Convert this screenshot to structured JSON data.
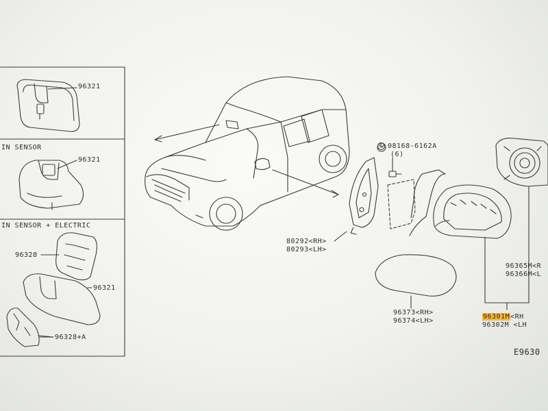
{
  "panels": {
    "top": {
      "part": "96321"
    },
    "middle": {
      "header": "IN SENSOR",
      "part": "96321"
    },
    "bottom": {
      "header": "IN SENSOR + ELECTRIC",
      "parts": [
        "96328",
        "96321",
        "96328+A"
      ]
    }
  },
  "callouts": {
    "screw": {
      "code": "08168-6162A",
      "qty": "(6)"
    },
    "base": {
      "rh": "80292<RH>",
      "lh": "80293<LH>"
    },
    "cover": {
      "rh": "96373<RH>",
      "lh": "96374<LH>"
    },
    "glass": {
      "rh": "96365M<R",
      "lh": "96366M<L"
    },
    "assembly": {
      "rh": "96301M",
      "rh_suffix": "<RH",
      "lh": "96302M <LH"
    }
  },
  "figure_id": "E9630",
  "colors": {
    "line": "#3a3a3a",
    "highlight": "#f5b642",
    "paper": "#f7f7f4"
  }
}
